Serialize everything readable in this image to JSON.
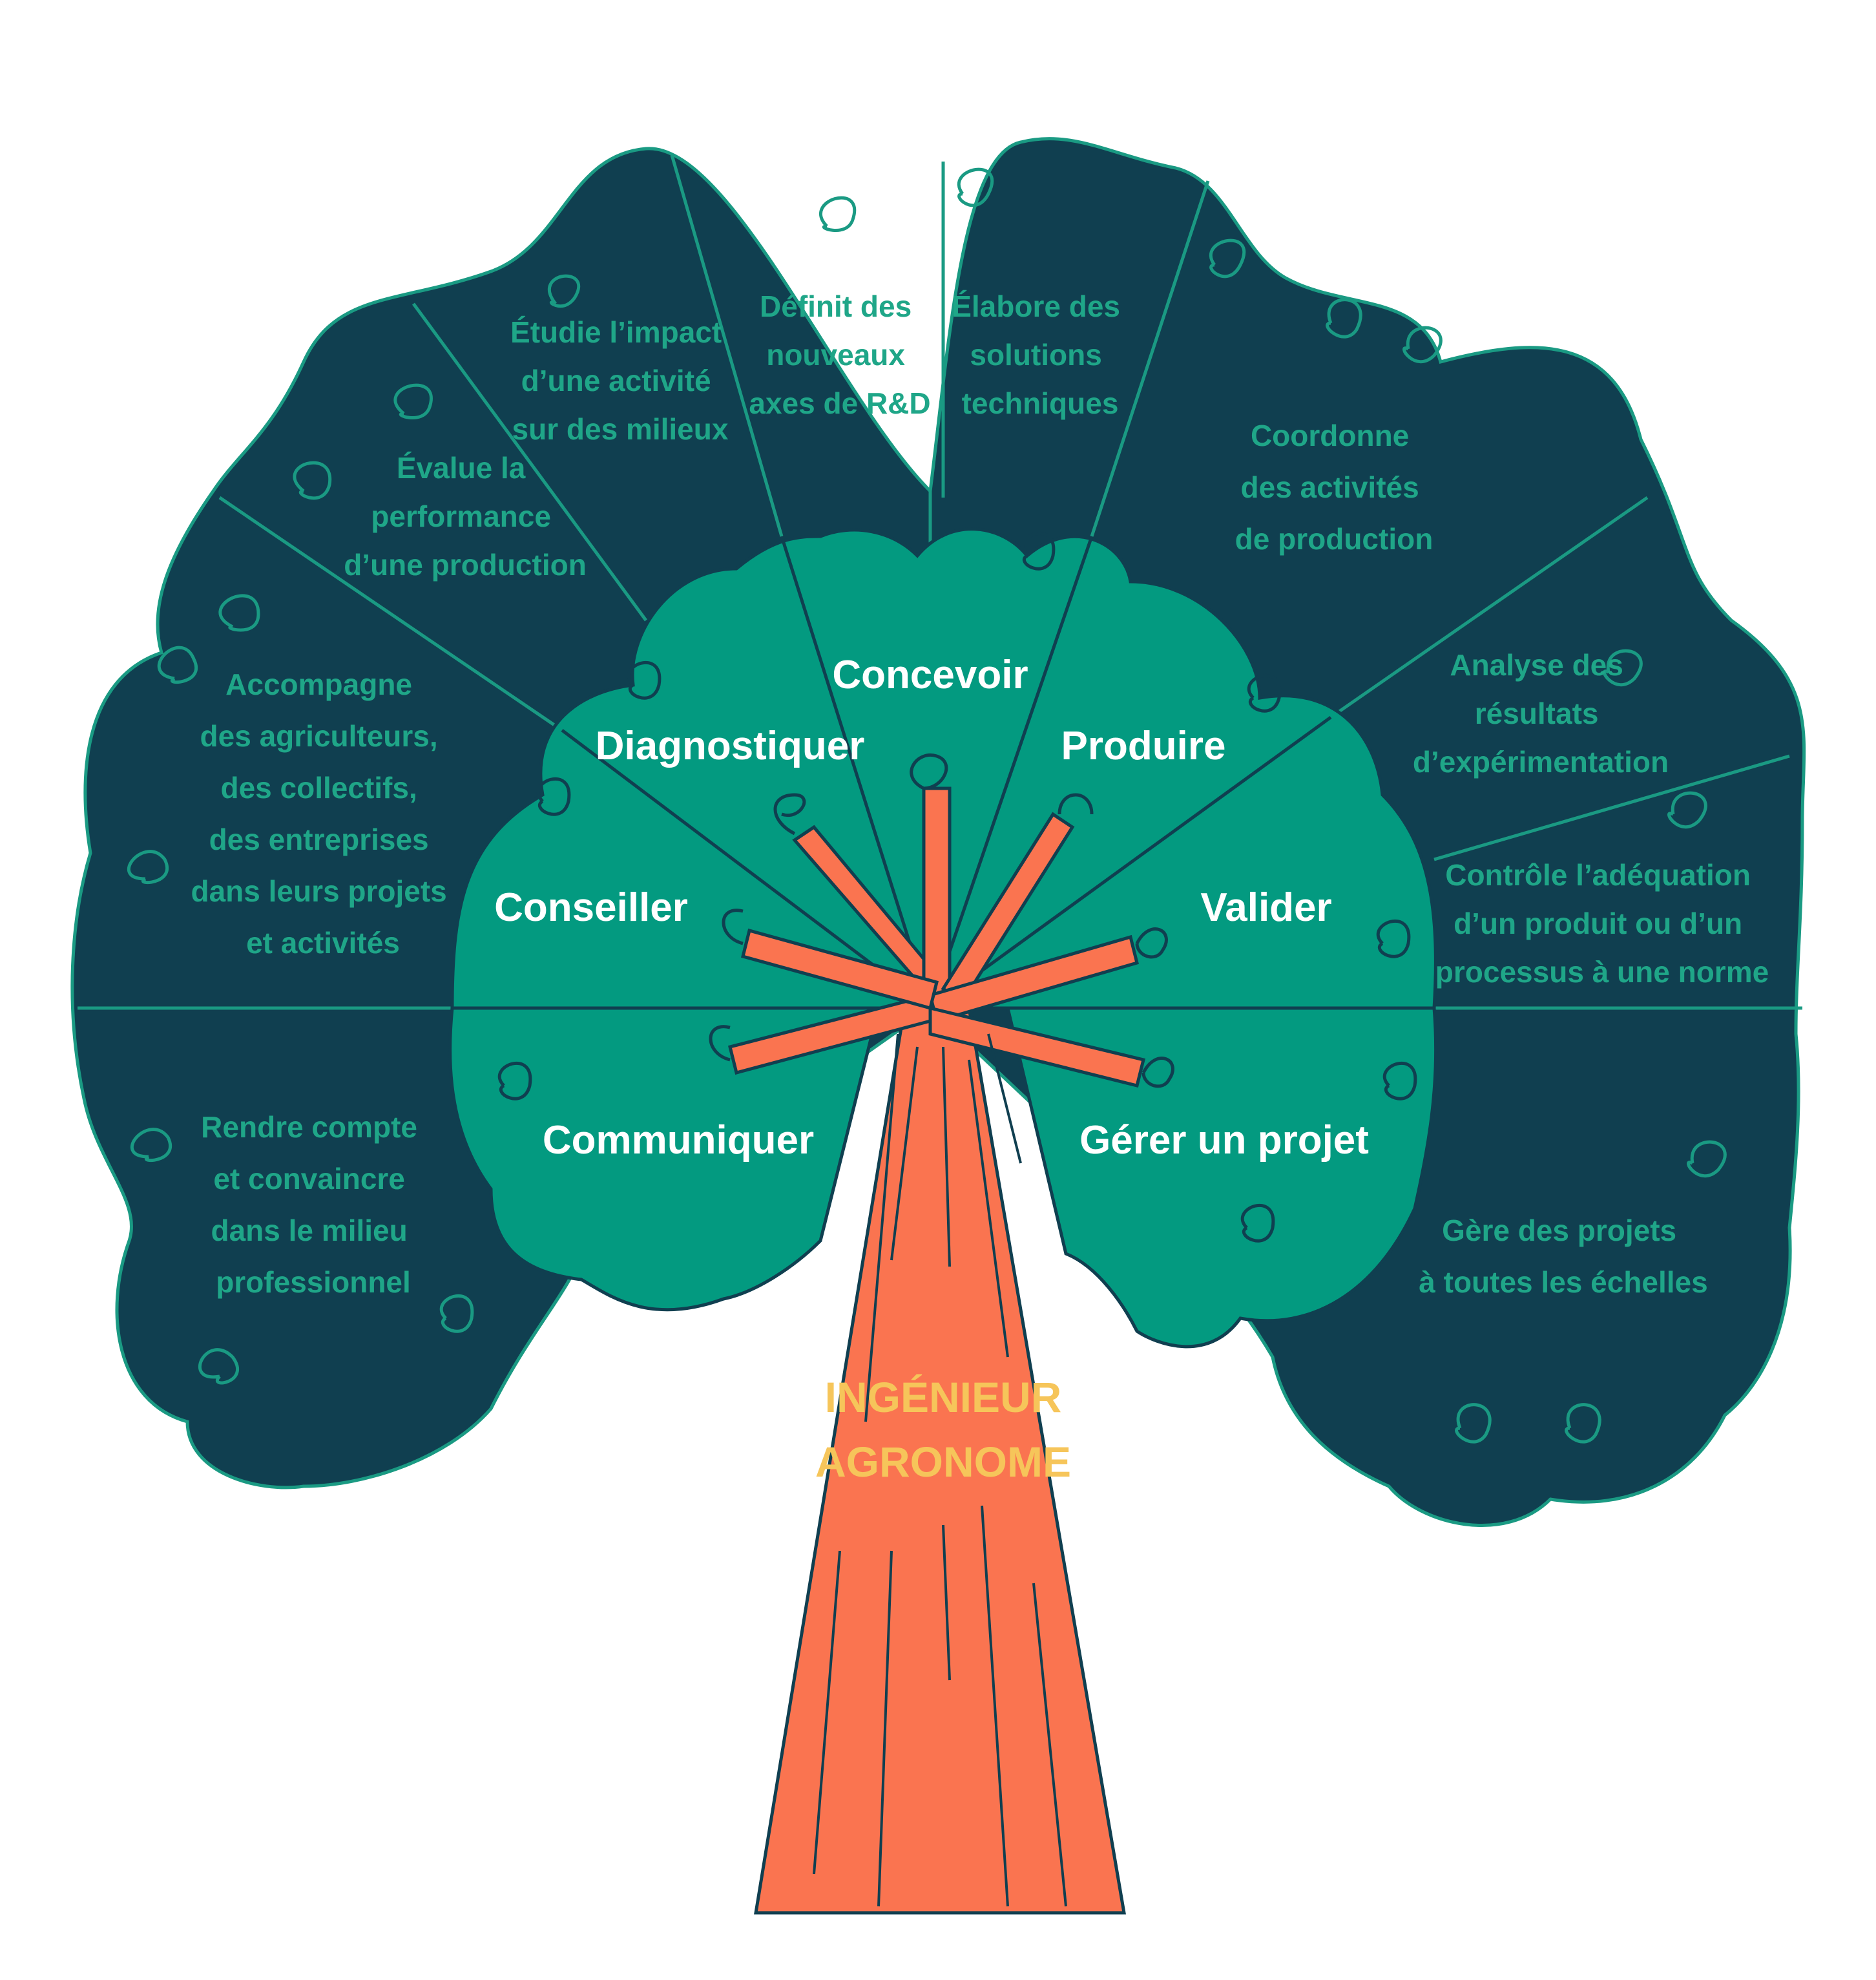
{
  "title": [
    "INGÉNIEUR",
    "AGRONOME"
  ],
  "colors": {
    "outer_canopy": "#103f50",
    "inner_canopy": "#039a80",
    "outline": "#1a9a83",
    "trunk": "#fa7450",
    "trunk_text": "#f6c55a",
    "outer_text": "#1fa688",
    "inner_text": "#ffffff",
    "background": "#ffffff"
  },
  "skills": [
    {
      "name": "Conseiller",
      "description": [
        "Accompagne",
        "des agriculteurs,",
        "des collectifs,",
        "des entreprises",
        "dans leurs projets",
        "et activités"
      ]
    },
    {
      "name": "Diagnostiquer",
      "description": [
        "Évalue la",
        "performance",
        "d’une production"
      ]
    },
    {
      "name": "Diagnostiquer-2",
      "description": [
        "Étudie l’impact",
        "d’une activité",
        "sur des milieux"
      ]
    },
    {
      "name": "Concevoir",
      "description": [
        "Définit des",
        "nouveaux",
        "axes de R&D"
      ]
    },
    {
      "name": "Concevoir-2",
      "description": [
        "Élabore des",
        "solutions",
        "techniques"
      ]
    },
    {
      "name": "Produire",
      "description": [
        "Coordonne",
        "des activités",
        "de production"
      ]
    },
    {
      "name": "Valider",
      "description": [
        "Analyse des",
        "résultats",
        "d’expérimentation"
      ]
    },
    {
      "name": "Valider-2",
      "description": [
        "Contrôle l’adéquation",
        "d’un produit ou d’un",
        "processus à une norme"
      ]
    },
    {
      "name": "Gérer un projet",
      "description": [
        "Gère des projets",
        "à toutes les échelles"
      ]
    },
    {
      "name": "Communiquer",
      "description": [
        "Rendre compte",
        "et convaincre",
        "dans le milieu",
        "professionnel"
      ]
    }
  ],
  "inner_labels": {
    "conseiller": "Conseiller",
    "diagnostiquer": "Diagnostiquer",
    "concevoir": "Concevoir",
    "produire": "Produire",
    "valider": "Valider",
    "gerer": "Gérer un projet",
    "communiquer": "Communiquer"
  }
}
